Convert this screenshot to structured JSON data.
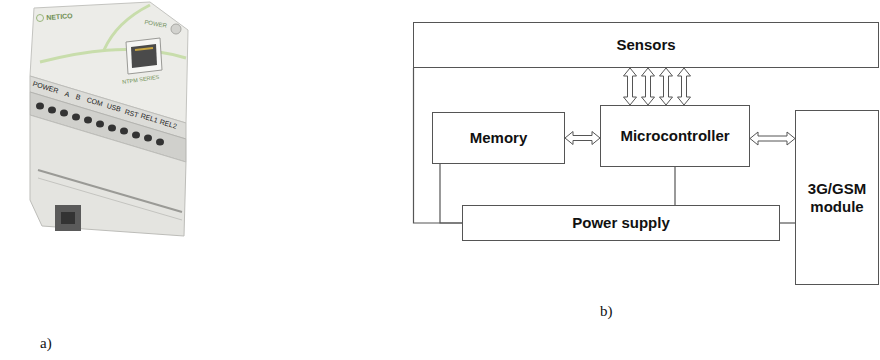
{
  "diagram": {
    "nodes": [
      {
        "text": [
          "Sensors"
        ]
      },
      {
        "text": [
          "Memory"
        ]
      },
      {
        "text": [
          "Microcontroller"
        ]
      },
      {
        "text": [
          "3G/GSM module"
        ]
      },
      {
        "text": [
          "Power supply"
        ]
      }
    ],
    "edges": [
      {
        "from": 0,
        "to": 2,
        "arrow": "both"
      },
      {
        "from": 0,
        "to": 2,
        "arrow": "both"
      },
      {
        "from": 0,
        "to": 2,
        "arrow": "both"
      },
      {
        "from": 0,
        "to": 2,
        "arrow": "both"
      },
      {
        "from": 1,
        "to": 2,
        "arrow": "both"
      },
      {
        "from": 2,
        "to": 3,
        "arrow": "both"
      },
      {
        "from": 0,
        "to": 4,
        "arrow": "none"
      },
      {
        "from": 1,
        "to": 4,
        "arrow": "none"
      },
      {
        "from": 2,
        "to": 4,
        "arrow": "none"
      },
      {
        "from": 4,
        "to": 3,
        "arrow": "none"
      }
    ],
    "labels": [
      "NETICO",
      "POWER",
      "NTPM SERIES",
      "POWER",
      "A",
      "B",
      "COM",
      "USB",
      "RST",
      "REL1",
      "REL2",
      "a)",
      "b)"
    ]
  }
}
